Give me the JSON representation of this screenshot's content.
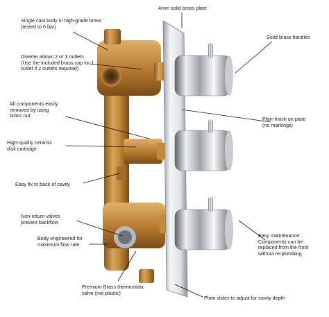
{
  "diagram": {
    "labels": {
      "body": "Single cast body in high-grade brass\n(tested to 6 bar)",
      "diverter": "Diverter allows 2 or 3 outlets\n(Use the included brass cap for 1\noutlet if 2 outlets required)",
      "removable": "All components easily\nremoved by using\nbrass nut",
      "cartridge": "High-quality ceramic\ndisk cartridge",
      "fixing": "Easy fix to back of cavity",
      "nonreturn": "Non-return valves\nprevent backflow",
      "flow": "Body engineered for\nmaximum flow rate",
      "thermostatic": "Premium Brass thermostatic\nvalve (not plastic)",
      "plate": "4mm solid brass plate",
      "handles": "Solid brass handles",
      "finish": "Plain finish on plate\n(no markings)",
      "maintenance": "Easy maintenance:\nComponents can be\nreplaced from the front\nwithout re-plumbing",
      "depth": "Plate slides to adjust for cavity depth"
    }
  }
}
